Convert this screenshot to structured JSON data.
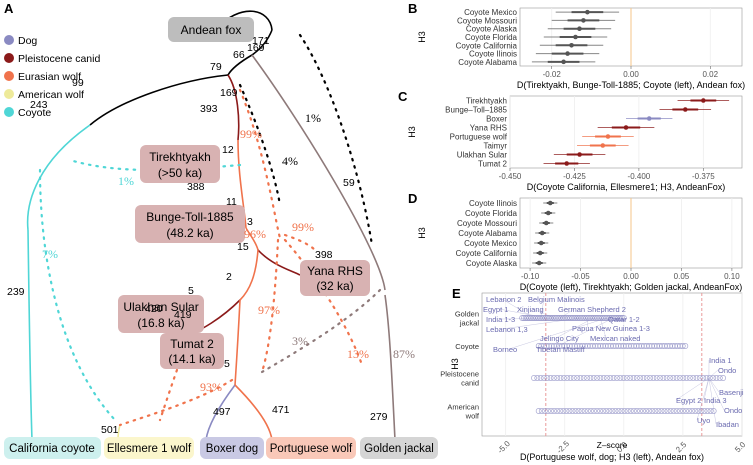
{
  "panel_labels": {
    "a": "A",
    "b": "B",
    "c": "C",
    "d": "D",
    "e": "E"
  },
  "legend": [
    {
      "name": "Dog",
      "color": "#8a8ac2"
    },
    {
      "name": "Pleistocene canid",
      "color": "#8b1a1a"
    },
    {
      "name": "Eurasian wolf",
      "color": "#f0734c"
    },
    {
      "name": "American wolf",
      "color": "#eeea9a"
    },
    {
      "name": "Coyote",
      "color": "#4fd6d6"
    }
  ],
  "tree": {
    "nodes": [
      {
        "name": "Andean fox",
        "subtitle": ""
      },
      {
        "name": "Tirekhtyakh",
        "subtitle": "(>50 ka)"
      },
      {
        "name": "Bunge-Toll-1885",
        "subtitle": "(48.2 ka)"
      },
      {
        "name": "Yana RHS",
        "subtitle": "(32 ka)"
      },
      {
        "name": "Ulakhan Sular",
        "subtitle": "(16.8 ka)"
      },
      {
        "name": "Tumat 2",
        "subtitle": "(14.1 ka)"
      }
    ],
    "tips": [
      {
        "name": "California coyote",
        "color": "#cdf0ee"
      },
      {
        "name": "Ellesmere 1 wolf",
        "color": "#fbf6cc"
      },
      {
        "name": "Boxer dog",
        "color": "#c9c9e4"
      },
      {
        "name": "Portuguese wolf",
        "color": "#f9c8b8"
      },
      {
        "name": "Golden jackal",
        "color": "#d5d5d5"
      }
    ],
    "branch_lengths": [
      "169",
      "171",
      "66",
      "79",
      "99",
      "243",
      "169",
      "393",
      "12",
      "388",
      "11",
      "3",
      "15",
      "398",
      "59",
      "239",
      "5",
      "2",
      "420",
      "419",
      "5",
      "497",
      "471",
      "501",
      "279"
    ],
    "admixture": [
      "1%",
      "4%",
      "1%",
      "99%",
      "99%",
      "96%",
      "97%",
      "3%",
      "13%",
      "87%",
      "7%",
      "93%"
    ]
  },
  "chart_data": [
    {
      "panel": "B",
      "type": "scatter",
      "xlabel": "D(Tirektyakh, Bunge-Toll-1885; Coyote (left), Andean fox)",
      "ylabel": "H3",
      "xlim": [
        -0.028,
        0.028
      ],
      "xticks": [
        "-0.02",
        "0.00",
        "0.02"
      ],
      "categories": [
        "Coyote Mexico",
        "Coyote Mossouri",
        "Coyote Alaska",
        "Coyote Florida",
        "Coyote California",
        "Coyote Ilinois",
        "Coyote Alabama"
      ],
      "values": [
        -0.011,
        -0.012,
        -0.013,
        -0.014,
        -0.015,
        -0.016,
        -0.017
      ],
      "errors": [
        0.008,
        0.008,
        0.008,
        0.008,
        0.008,
        0.008,
        0.008
      ],
      "color": "#555555"
    },
    {
      "panel": "C",
      "type": "scatter",
      "xlabel": "D(Coyote California, Ellesmere1; H3, AndeanFox)",
      "ylabel": "H3",
      "xlim": [
        -0.45,
        -0.36
      ],
      "xticks": [
        "-0.450",
        "-0.425",
        "-0.400",
        "-0.375"
      ],
      "categories": [
        "Tirekhtyakh",
        "Bunge–Toll–1885",
        "Boxer",
        "Yana RHS",
        "Portuguese wolf",
        "Taimyr",
        "Ulakhan Sular",
        "Tumat 2"
      ],
      "values": [
        -0.375,
        -0.382,
        -0.396,
        -0.405,
        -0.412,
        -0.414,
        -0.423,
        -0.428
      ],
      "errors": [
        0.01,
        0.01,
        0.009,
        0.011,
        0.01,
        0.01,
        0.01,
        0.009
      ],
      "colors": [
        "#8b1a1a",
        "#8b1a1a",
        "#8a8ac2",
        "#8b1a1a",
        "#f0734c",
        "#f0734c",
        "#8b1a1a",
        "#8b1a1a"
      ]
    },
    {
      "panel": "D",
      "type": "scatter",
      "xlabel": "D(Coyote (left), Tirekhtyakh; Golden jackal, AndeanFox)",
      "ylabel": "H3",
      "xlim": [
        -0.11,
        0.11
      ],
      "xticks": [
        "-0.10",
        "-0.05",
        "0.00",
        "0.05",
        "0.10"
      ],
      "categories": [
        "Coyote Ilinois",
        "Coyote Florida",
        "Coyote Mossouri",
        "Coyote Alabama",
        "Coyote Mexico",
        "Coyote California",
        "Coyote Alaska"
      ],
      "values": [
        -0.08,
        -0.082,
        -0.084,
        -0.088,
        -0.089,
        -0.09,
        -0.091
      ],
      "errors": [
        0.007,
        0.007,
        0.007,
        0.007,
        0.007,
        0.007,
        0.007
      ],
      "color": "#555555"
    },
    {
      "panel": "E",
      "type": "scatter",
      "xlabel": "D(Portuguese wolf, dog; H3 (left), Andean fox)",
      "axis_title": "Z–score",
      "ylabel": "H3",
      "xlim": [
        -6,
        5
      ],
      "xticks": [
        "-5.0",
        "-2.5",
        "0.0",
        "2.5",
        "5.0"
      ],
      "categories": [
        "Golden\njackal",
        "Coyote",
        "Pleistocene\ncanid",
        "American\nwolf"
      ],
      "dog_labels_left": [
        "Lebanon 2",
        "Belgium Malinois",
        "Egypt 1",
        "Xinjiang",
        "German Shepherd 2",
        "India 1-3",
        "Qatar 1-2",
        "Lebanon 1,3",
        "Papua New Guinea 1-3",
        "Jelingo City",
        "Mexican naked",
        "Borneo",
        "Tibetan Mastiff"
      ],
      "dog_labels_right": [
        "India 1",
        "Ondo",
        "Basenji",
        "Egypt 2",
        "India 3",
        "Uyo",
        "Ondo",
        "Ibadan"
      ],
      "color": "#8a8ac2"
    }
  ]
}
